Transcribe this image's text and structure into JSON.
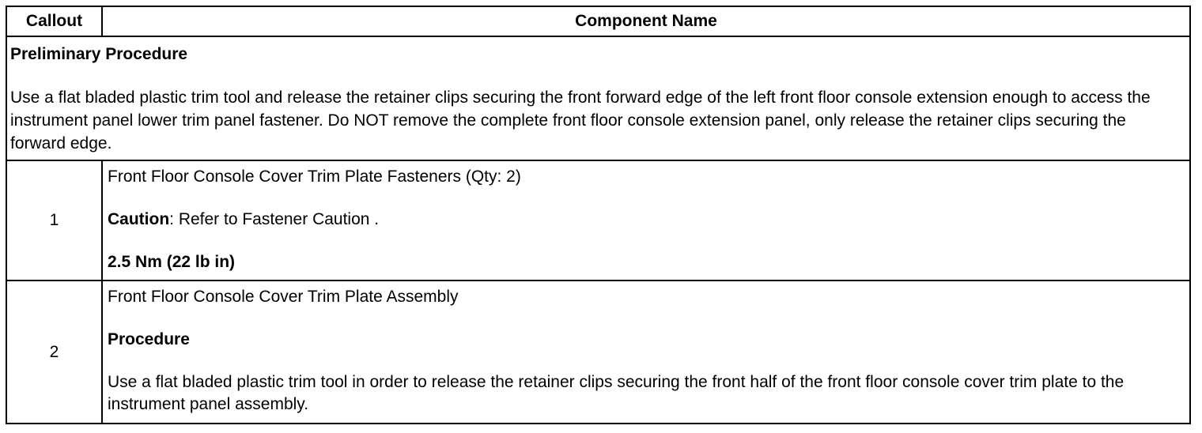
{
  "header": {
    "callout": "Callout",
    "component": "Component Name"
  },
  "preliminary": {
    "title": "Preliminary Procedure",
    "text": "Use a flat bladed plastic trim tool and release the retainer clips securing the front forward edge of the left front floor console extension enough to access the instrument panel lower trim panel fastener. Do NOT remove the complete front floor console extension panel, only release the retainer clips securing the forward edge."
  },
  "rows": [
    {
      "callout": "1",
      "name": "Front Floor Console Cover Trim Plate Fasteners (Qty: 2)",
      "caution_label": "Caution",
      "caution_text": ": Refer to Fastener Caution .",
      "torque": "2.5 Nm (22 lb in)"
    },
    {
      "callout": "2",
      "name": "Front Floor Console Cover Trim Plate Assembly",
      "procedure_label": "Procedure",
      "procedure_text": "Use a flat bladed plastic trim tool in order to release the retainer clips securing the front half of the front floor console cover trim plate to the instrument panel assembly."
    }
  ]
}
